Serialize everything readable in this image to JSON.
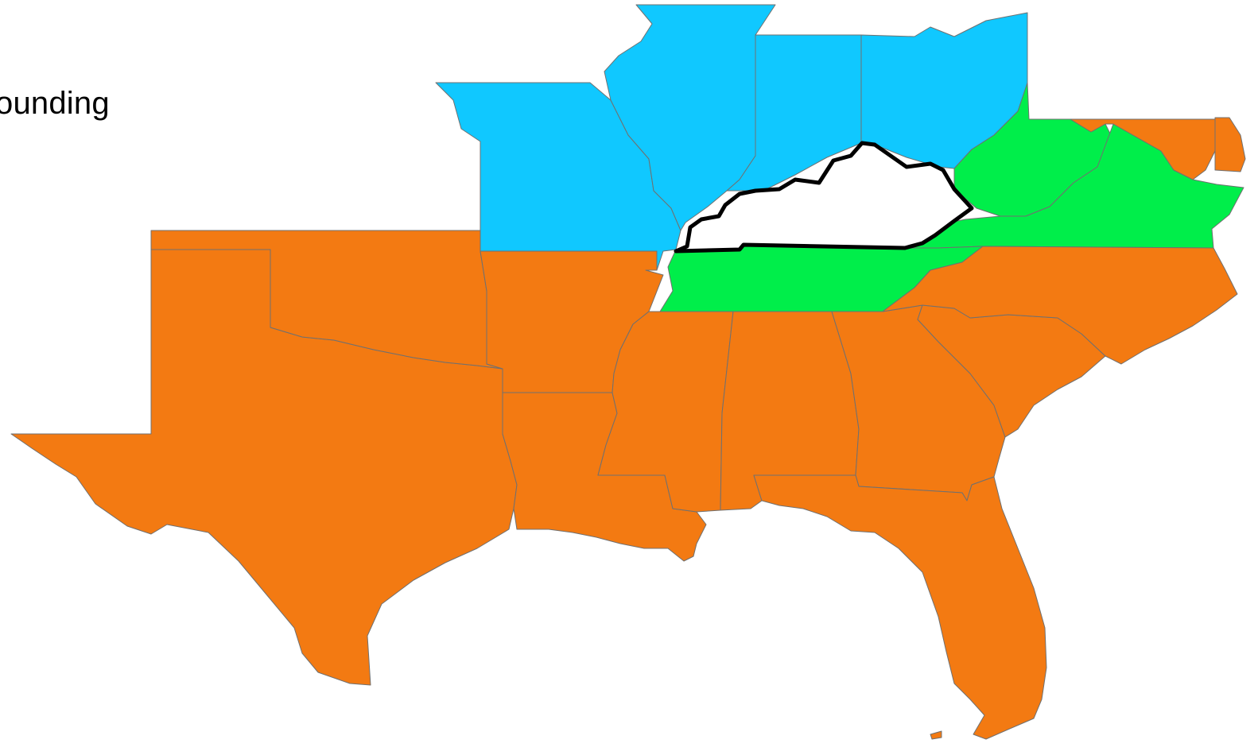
{
  "caption": "ounding",
  "colors": {
    "north": "#10C8FF",
    "adjacent": "#00EE4A",
    "south": "#F37A12",
    "focus_fill": "#FFFFFF",
    "focus_outline": "#000000",
    "border": "#707070"
  },
  "regions": [
    {
      "name": "missouri",
      "group": "north"
    },
    {
      "name": "illinois",
      "group": "north"
    },
    {
      "name": "indiana",
      "group": "north"
    },
    {
      "name": "ohio",
      "group": "north"
    },
    {
      "name": "west-virginia",
      "group": "adjacent"
    },
    {
      "name": "virginia",
      "group": "adjacent"
    },
    {
      "name": "tennessee",
      "group": "adjacent"
    },
    {
      "name": "texas",
      "group": "south"
    },
    {
      "name": "oklahoma",
      "group": "south"
    },
    {
      "name": "arkansas",
      "group": "south"
    },
    {
      "name": "louisiana",
      "group": "south"
    },
    {
      "name": "mississippi",
      "group": "south"
    },
    {
      "name": "alabama",
      "group": "south"
    },
    {
      "name": "georgia",
      "group": "south"
    },
    {
      "name": "florida",
      "group": "south"
    },
    {
      "name": "south-carolina",
      "group": "south"
    },
    {
      "name": "north-carolina",
      "group": "south"
    },
    {
      "name": "maryland",
      "group": "south"
    },
    {
      "name": "delaware",
      "group": "south"
    },
    {
      "name": "kentucky",
      "group": "focus"
    }
  ]
}
